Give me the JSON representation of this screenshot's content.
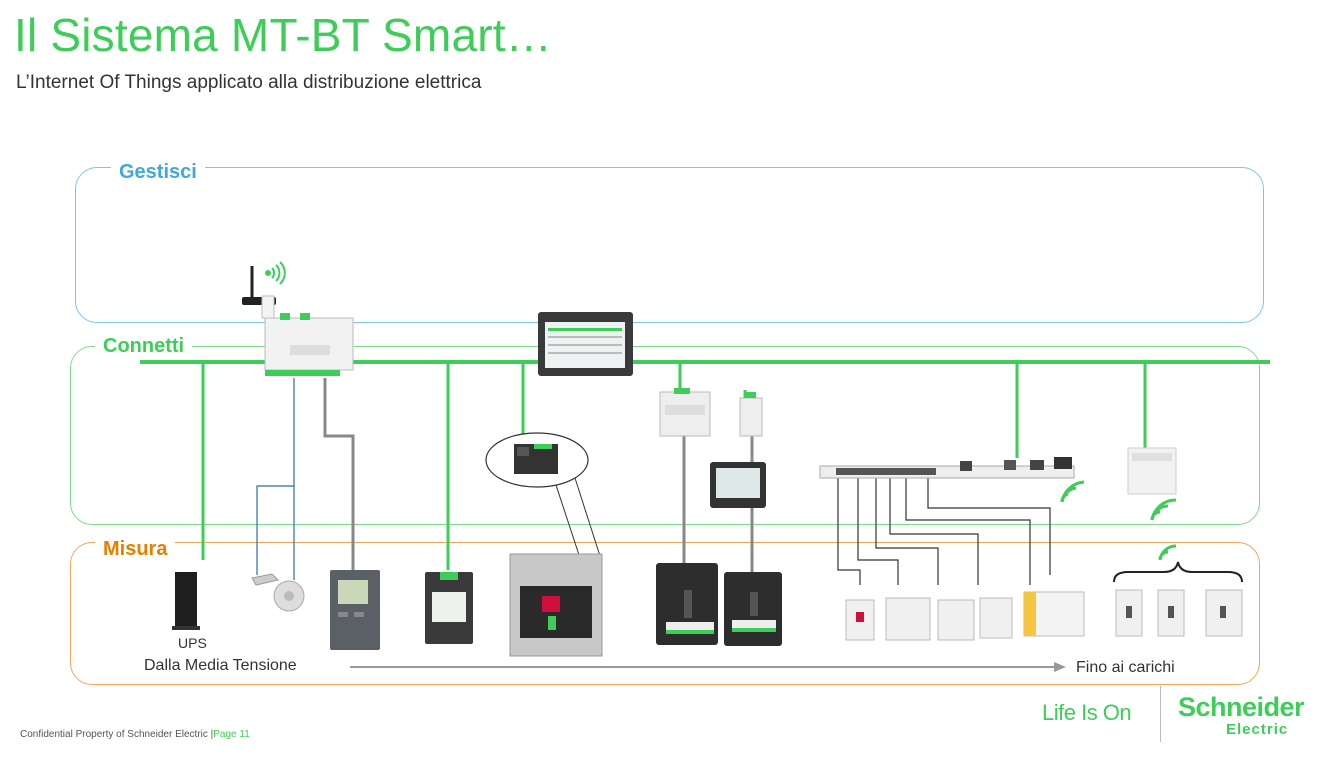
{
  "header": {
    "title": "Il Sistema MT-BT Smart…",
    "subtitle": "L’Internet Of Things applicato alla distribuzione elettrica"
  },
  "zones": {
    "gestisci": "Gestisci",
    "connetti": "Connetti",
    "misura": "Misura"
  },
  "labels": {
    "ups": "UPS",
    "from": "Dalla Media Tensione",
    "to": "Fino ai carichi"
  },
  "footer": {
    "confidential": "Confidential Property of Schneider Electric |",
    "page": "Page 11"
  },
  "branding": {
    "tagline": "Life Is On",
    "brand_line1": "Schneider",
    "brand_line2": "Electric"
  },
  "colors": {
    "green": "#3dcd58",
    "blue": "#3fa9d8",
    "orange": "#e47f00"
  }
}
